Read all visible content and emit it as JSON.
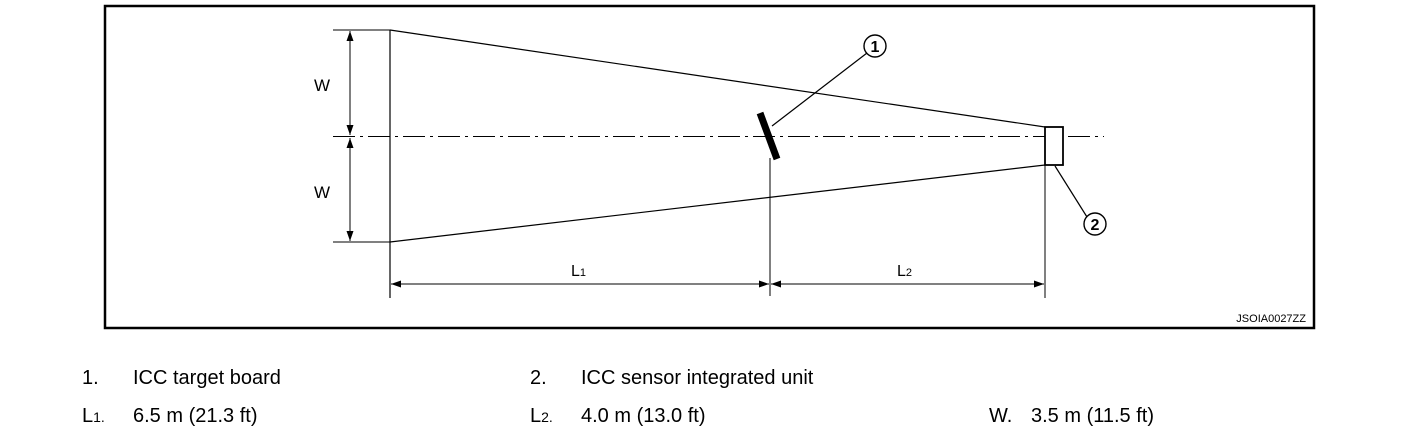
{
  "diagram": {
    "labels": {
      "w_upper": "W",
      "w_lower": "W",
      "l1_main": "L",
      "l1_sub": "1",
      "l2_main": "L",
      "l2_sub": "2",
      "callout_1": "1",
      "callout_2": "2",
      "figure_code": "JSOIA0027ZZ"
    }
  },
  "legend": {
    "item1_key": "1.",
    "item1_text": "ICC target board",
    "item2_key": "2.",
    "item2_text": "ICC sensor integrated unit",
    "l1_key_main": "L",
    "l1_key_sub": "1.",
    "l1_value": "6.5 m (21.3 ft)",
    "l2_key_main": "L",
    "l2_key_sub": "2.",
    "l2_value": "4.0 m (13.0 ft)",
    "w_key": "W.",
    "w_value": "3.5 m (11.5 ft)"
  }
}
